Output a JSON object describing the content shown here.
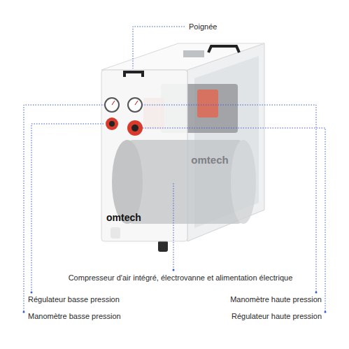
{
  "diagram": {
    "labels": [
      "Poignée",
      "omtech",
      "omtech",
      "Compresseur d'air intégré, électrovanne et alimentation électrique",
      "Régulateur basse pression",
      "Manomètre haute pression",
      "Manomètre basse pression",
      "Régulateur haute pression"
    ]
  }
}
